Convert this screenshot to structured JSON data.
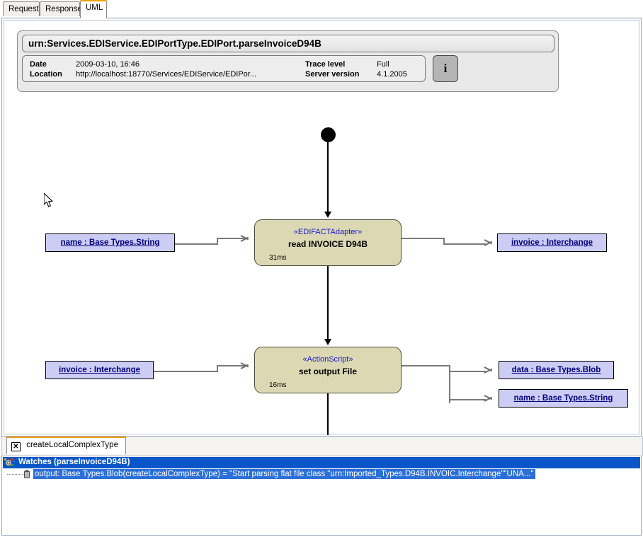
{
  "tabs": [
    {
      "label": "Request",
      "active": false
    },
    {
      "label": "Response",
      "active": false
    },
    {
      "label": "UML",
      "active": true
    }
  ],
  "header": {
    "title": "urn:Services.EDIService.EDIPortType.EDIPort.parseInvoiceD94B",
    "meta_left": [
      {
        "label": "Date",
        "value": "2009-03-10, 16:46"
      },
      {
        "label": "Location",
        "value": "http://localhost:18770/Services/EDIService/EDIPor..."
      }
    ],
    "meta_right": [
      {
        "label": "Trace level",
        "value": "Full"
      },
      {
        "label": "Server version",
        "value": "4.1.2005"
      }
    ],
    "info_button_label": "i"
  },
  "diagram": {
    "start_node": "initial-node",
    "nodes": [
      {
        "stereotype": "«EDIFACTAdapter»",
        "name": "read INVOICE D94B",
        "duration": "31ms"
      },
      {
        "stereotype": "«ActionScript»",
        "name": "set output File",
        "duration": "16ms"
      }
    ],
    "pins": [
      {
        "label": "name : Base Types.String",
        "side": "input",
        "node": 0
      },
      {
        "label": "invoice : Interchange",
        "side": "output",
        "node": 0
      },
      {
        "label": "invoice : Interchange",
        "side": "input",
        "node": 1
      },
      {
        "label": "data : Base Types.Blob",
        "side": "output",
        "node": 1
      },
      {
        "label": "name : Base Types.String",
        "side": "output",
        "node": 1
      }
    ],
    "colors": {
      "node_fill": "#dcd8b4",
      "node_border": "#4a4a3a",
      "stereotype_text": "#1a1ad0",
      "pin_fill": "#ccccf5",
      "pin_text": "#00007a",
      "object_flow": "#7a7a7a",
      "control_flow": "#000000"
    }
  },
  "bottom_tab": {
    "close_label": "✕",
    "label": "createLocalComplexType"
  },
  "watches": {
    "title": "Watches (parseInvoiceD94B)",
    "rows": [
      {
        "text": "output: Base Types.Blob(createLocalComplexType) = \"Start parsing flat file class \"urn:Imported_Types.D94B.INVOIC.Interchange\"\"UNA...\""
      }
    ],
    "header_color": "#0a56c8",
    "selection_color": "#2b6fd8"
  }
}
